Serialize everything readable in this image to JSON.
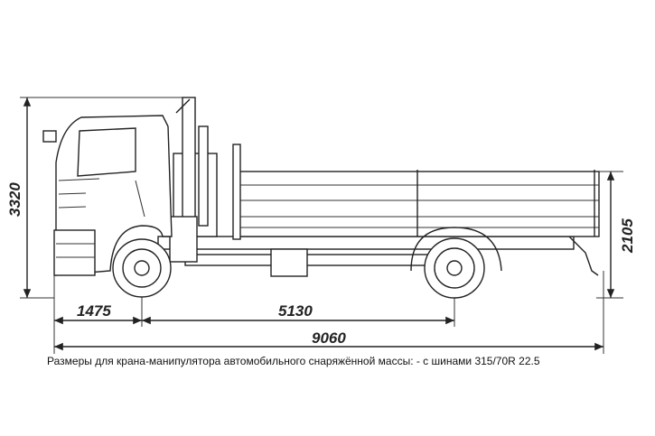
{
  "dimensions": {
    "overall_height": "3320",
    "platform_height": "2105",
    "front_overhang": "1475",
    "wheelbase": "5130",
    "overall_length": "9060"
  },
  "caption": "Размеры для крана-манипулятора автомобильного снаряжённой массы: - с шинами 315/70R 22.5"
}
